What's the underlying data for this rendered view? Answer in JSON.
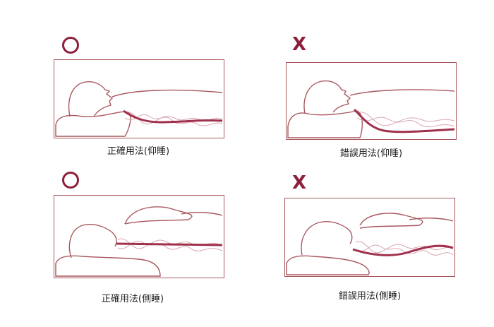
{
  "panels": [
    {
      "mark": "O",
      "verdict": "correct",
      "caption": "正確用法(仰睡)"
    },
    {
      "mark": "X",
      "verdict": "wrong",
      "caption": "錯誤用法(仰睡)"
    },
    {
      "mark": "O",
      "verdict": "correct",
      "caption": "正確用法(側睡)"
    },
    {
      "mark": "X",
      "verdict": "wrong",
      "caption": "錯誤用法(側睡)"
    }
  ],
  "colors": {
    "mark": "#8c1f3c",
    "outline": "#a8585f",
    "spine": "#a0304c",
    "rib": "#d9a7b0"
  }
}
